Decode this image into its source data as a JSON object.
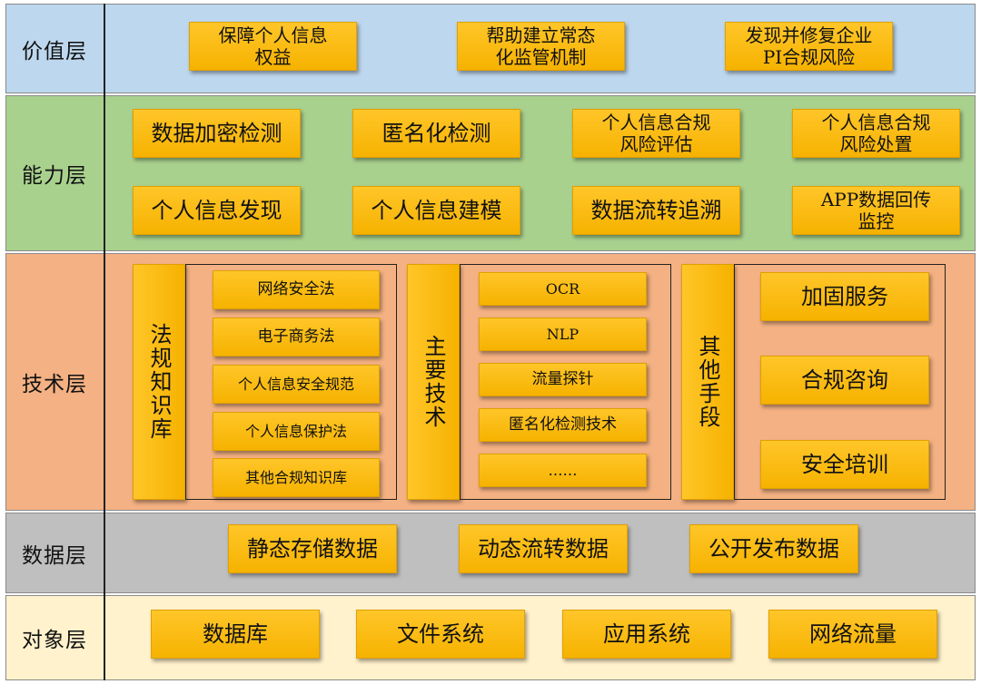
{
  "layers": {
    "value": {
      "label": "价值层",
      "items": [
        "保障个人信息\n权益",
        "帮助建立常态\n化监管机制",
        "发现并修复企业\nPI合规风险"
      ]
    },
    "capability": {
      "label": "能力层",
      "items": [
        "数据加密检测",
        "匿名化检测",
        "个人信息合规\n风险评估",
        "个人信息合规\n风险处置",
        "个人信息发现",
        "个人信息建模",
        "数据流转追溯",
        "APP数据回传\n监控"
      ]
    },
    "technology": {
      "label": "技术层",
      "law_kb": {
        "title": "法规知识库",
        "items": [
          "网络安全法",
          "电子商务法",
          "个人信息安全规范",
          "个人信息保护法",
          "其他合规知识库"
        ]
      },
      "main_tech": {
        "title": "主要技术",
        "items": [
          "OCR",
          "NLP",
          "流量探针",
          "匿名化检测技术",
          "……"
        ]
      },
      "other_means": {
        "title": "其他手段",
        "items": [
          "加固服务",
          "合规咨询",
          "安全培训"
        ]
      }
    },
    "data": {
      "label": "数据层",
      "items": [
        "静态存储数据",
        "动态流转数据",
        "公开发布数据"
      ]
    },
    "object": {
      "label": "对象层",
      "items": [
        "数据库",
        "文件系统",
        "应用系统",
        "网络流量"
      ]
    }
  }
}
